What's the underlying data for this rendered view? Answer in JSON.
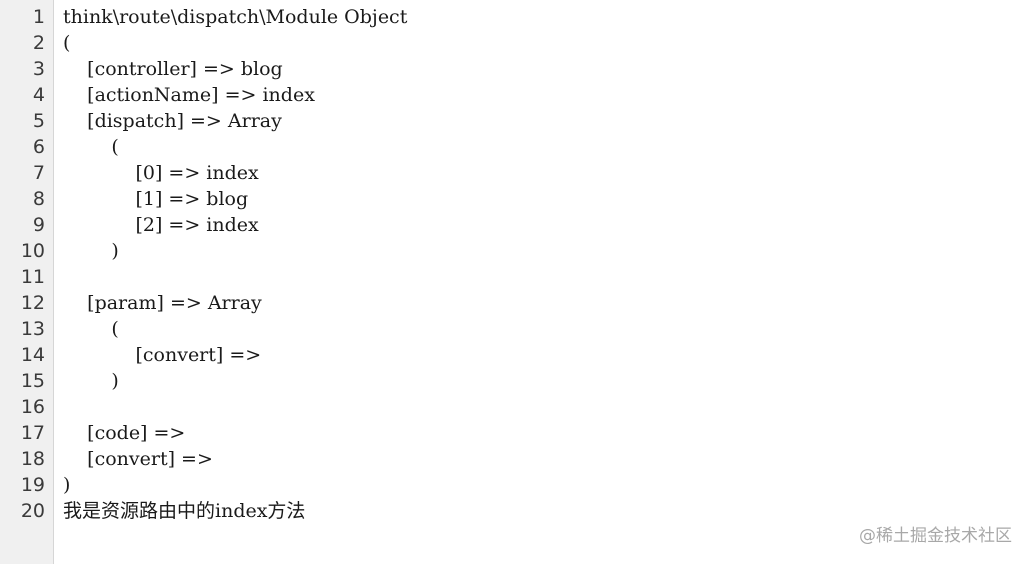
{
  "line_numbers": [
    "1",
    "2",
    "3",
    "4",
    "5",
    "6",
    "7",
    "8",
    "9",
    "10",
    "11",
    "12",
    "13",
    "14",
    "15",
    "16",
    "17",
    "18",
    "19",
    "20"
  ],
  "lines": [
    "think\\route\\dispatch\\Module Object",
    "(",
    "    [controller] => blog",
    "    [actionName] => index",
    "    [dispatch] => Array",
    "        (",
    "            [0] => index",
    "            [1] => blog",
    "            [2] => index",
    "        )",
    "",
    "    [param] => Array",
    "        (",
    "            [convert] =>",
    "        )",
    "",
    "    [code] =>",
    "    [convert] =>",
    ")",
    "我是资源路由中的index方法"
  ],
  "watermark": "@稀土掘金技术社区",
  "colors": {
    "gutter_bg": "#f0f0f0",
    "text": "#1a1a1a",
    "line_number": "#3a3a3a",
    "watermark": "#a8a8a8"
  }
}
